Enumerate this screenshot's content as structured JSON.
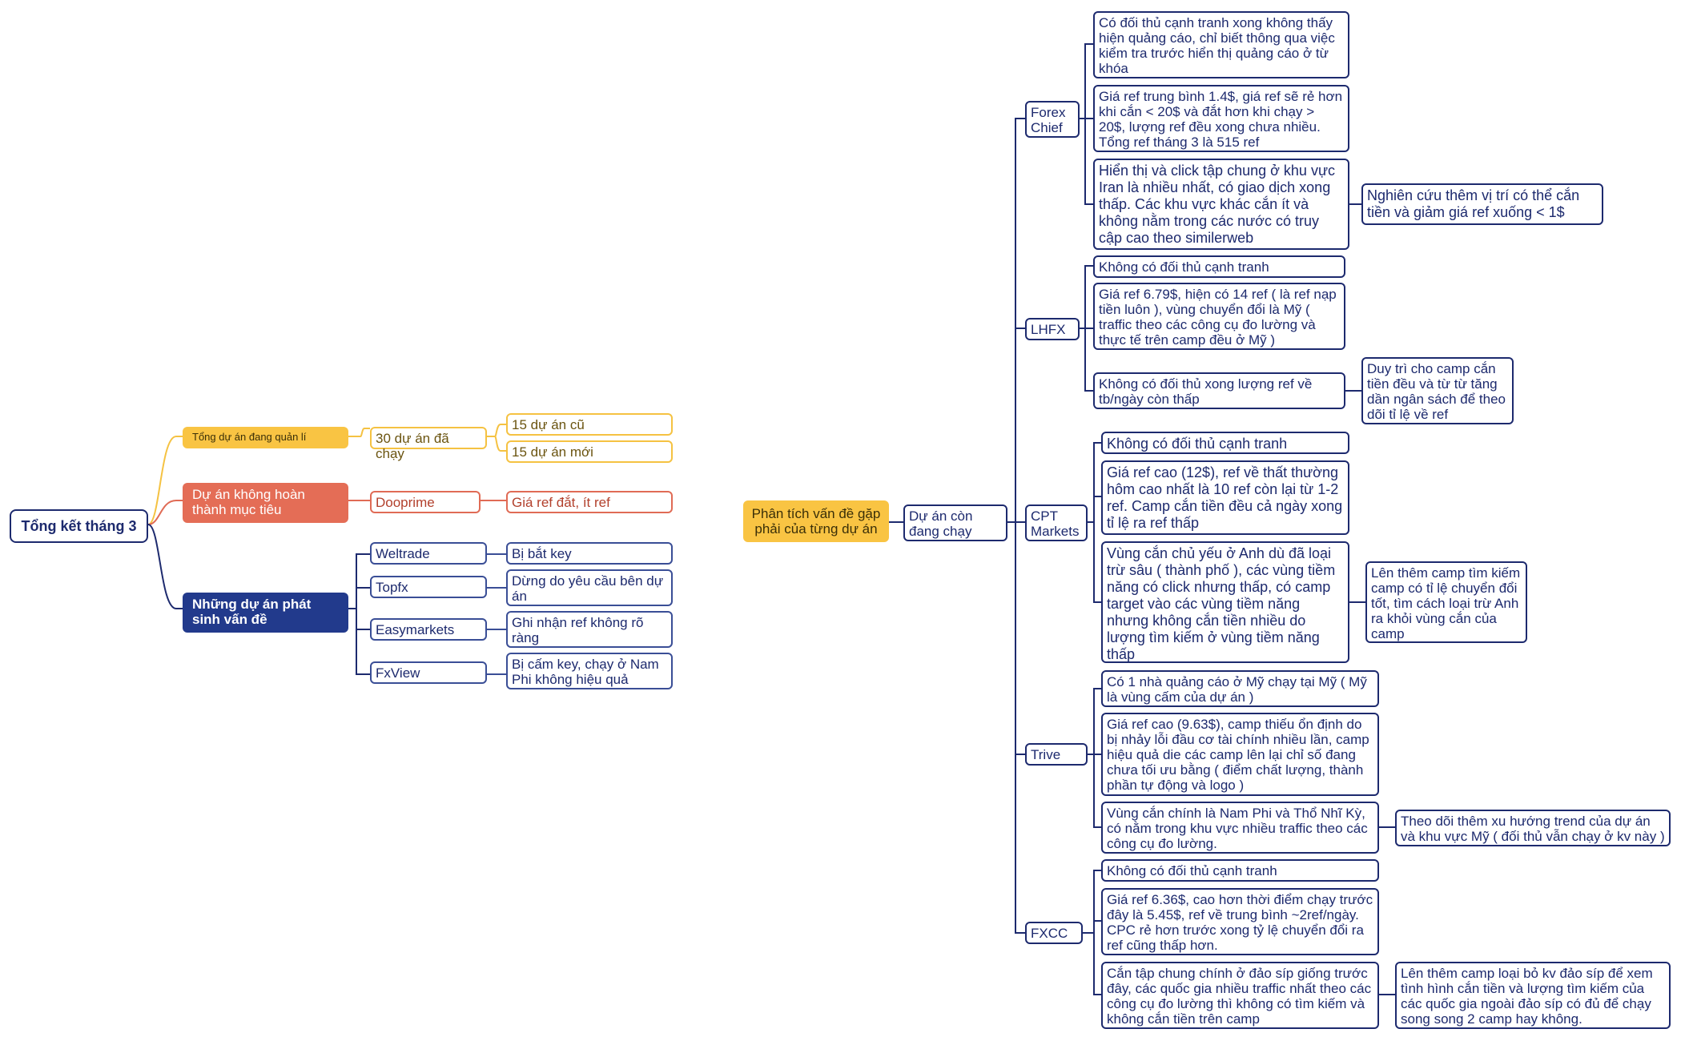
{
  "left": {
    "root": "Tổng kết tháng 3",
    "branches": {
      "managed": "Tổng dự án đang quản lí",
      "failed": "Dự án không hoàn thành mục tiêu",
      "issues": "Những dự án phát sinh vấn đề"
    },
    "ran": "30 dự án đã chạy",
    "old": "15 dự án cũ",
    "new": "15 dự án mới",
    "dooprime": "Dooprime",
    "dooprime_note": "Giá ref đắt, ít ref",
    "projects": [
      {
        "name": "Weltrade",
        "note": "Bị bắt key"
      },
      {
        "name": "Topfx",
        "note": "Dừng do yêu cầu bên dự án"
      },
      {
        "name": "Easymarkets",
        "note": "Ghi nhận ref không rõ ràng"
      },
      {
        "name": "FxView",
        "note": "Bị cấm key, chạy ở Nam Phi không hiệu quả"
      }
    ]
  },
  "right": {
    "root": "Phân tích vấn đề gặp phải của từng dự án",
    "running": "Dự án còn đang chạy",
    "forex": {
      "name": "Forex Chief",
      "n1": "Có đối thủ cạnh tranh xong không thấy hiện quảng cáo, chỉ biết thông qua việc kiểm tra trước hiển thị quảng cáo ở từ khóa",
      "n2": "Giá ref trung bình 1.4$, giá ref sẽ rẻ hơn khi cắn < 20$ và đắt hơn khi chạy > 20$, lượng ref đều xong chưa nhiều. Tổng ref tháng 3 là 515 ref",
      "n3": "Hiển thị và click tập chung ở khu vực Iran là nhiều nhất, có giao dịch xong thấp. Các khu vực khác cắn ít và không nằm trong các nước có truy cập cao theo similerweb",
      "n3_sub": "Nghiên cứu thêm vị trí có thể cắn tiền và giảm giá ref xuống < 1$"
    },
    "lhfx": {
      "name": "LHFX",
      "n1": "Không có đối thủ cạnh tranh",
      "n2": "Giá ref 6.79$, hiện có 14 ref ( là ref nạp tiền luôn ), vùng chuyển đổi là Mỹ ( traffic theo các công cụ đo lường và thực tế trên camp đều ở Mỹ )",
      "n3": "Không có đối thủ xong lượng ref về tb/ngày còn thấp",
      "n3_sub": "Duy trì cho camp cắn tiền đều và từ từ tăng dần ngân sách để theo dõi tỉ lệ về ref"
    },
    "cpt": {
      "name": "CPT Markets",
      "n1": "Không có đối thủ cạnh tranh",
      "n2": "Giá ref cao (12$), ref về thất thường hôm cao nhất là 10 ref còn lại từ 1-2 ref. Camp cắn tiền đều cả ngày xong tỉ lệ ra ref thấp",
      "n3": "Vùng cắn chủ yếu ở Anh dù đã loại trừ sâu ( thành phố ), các vùng tiềm năng có click nhưng thấp, có camp target vào các vùng tiềm năng nhưng không cắn tiền nhiều do lượng tìm kiếm ở vùng tiềm năng thấp",
      "n3_sub": "Lên thêm camp tìm kiếm camp có tỉ lệ chuyển đổi tốt, tìm cách loại trừ Anh ra khỏi vùng cắn của camp"
    },
    "trive": {
      "name": "Trive",
      "n1": "Có 1 nhà quảng cáo ở Mỹ chạy tại Mỹ ( Mỹ là vùng cấm của dự án )",
      "n2": "Giá ref cao (9.63$), camp thiếu ổn định do bị nhảy lỗi đầu cơ tài chính nhiều lần, camp hiệu quả die các camp lên lại chỉ số đang chưa tối ưu bằng ( điểm chất lượng, thành phần tự động và logo )",
      "n3": "Vùng cắn chính là Nam Phi và Thổ Nhĩ Kỳ, có nằm trong khu vực nhiều traffic theo các công cụ đo lường.",
      "n3_sub": "Theo dõi thêm xu hướng trend của dự án và khu vực Mỹ ( đối thủ vẫn chạy ở kv này )"
    },
    "fxcc": {
      "name": "FXCC",
      "n1": "Không có đối thủ cạnh tranh",
      "n2": "Giá ref 6.36$, cao hơn thời điểm chạy trước đây là 5.45$, ref về trung bình ~2ref/ngày. CPC rẻ hơn trước xong tỷ lệ chuyển đổi ra ref cũng thấp hơn.",
      "n3": "Cắn tập chung chính ở đảo síp giống trước đây, các quốc gia nhiều traffic nhất theo các công cụ đo lường thì không có tìm kiếm và không cắn tiền trên camp",
      "n3_sub": "Lên thêm camp loại bỏ kv đảo síp để xem tình hình cắn tiền và lượng tìm kiếm của các quốc gia ngoài đảo síp có đủ để chạy song song 2 camp hay không."
    }
  },
  "colors": {
    "navy": "#1d2a6e",
    "yellow": "#f9c443",
    "red": "#e46d56",
    "navy_fill": "#223a8c"
  }
}
